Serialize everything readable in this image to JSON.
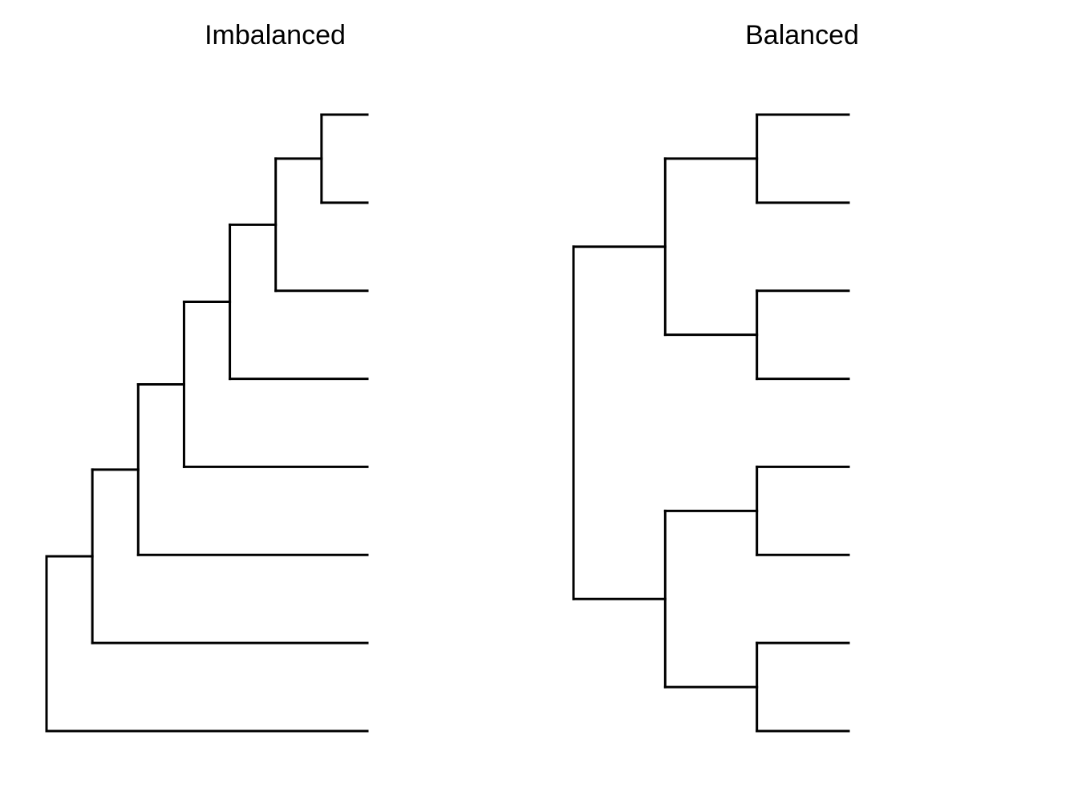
{
  "trees": [
    {
      "id": "imbalanced",
      "title": "Imbalanced",
      "shape": "caterpillar",
      "tips": 8,
      "root_on_left": true,
      "tree": [
        [
          [
            [
              [
                [
                  [
                    "t",
                    "t"
                  ],
                  "t"
                ],
                "t"
              ],
              "t"
            ],
            "t"
          ],
          "t"
        ],
        "t"
      ]
    },
    {
      "id": "balanced",
      "title": "Balanced",
      "shape": "fully-balanced",
      "tips": 8,
      "root_on_left": true,
      "tree": [
        [
          [
            "t",
            "t"
          ],
          [
            "t",
            "t"
          ]
        ],
        [
          [
            "t",
            "t"
          ],
          [
            "t",
            "t"
          ]
        ]
      ]
    }
  ],
  "style": {
    "line_color": "#000000",
    "background": "#ffffff"
  }
}
